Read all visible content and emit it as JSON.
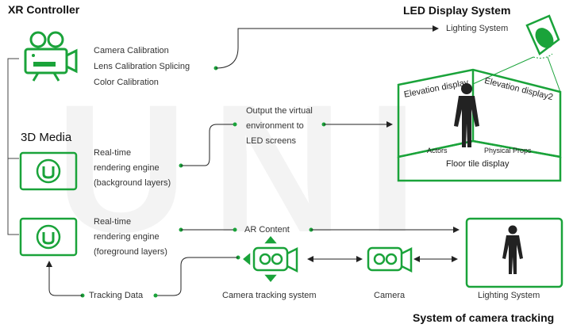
{
  "titles": {
    "xr_controller": "XR Controller",
    "led_display_system": "LED Display  System",
    "media_3d": "3D Media",
    "camera_tracking": "System of camera tracking"
  },
  "xr_steps": [
    "Camera Calibration",
    "Lens Calibration Splicing",
    "Color Calibration"
  ],
  "bg_engine": [
    "Real-time",
    "rendering engine",
    "(background layers)"
  ],
  "fg_engine": [
    "Real-time",
    "rendering engine",
    "(foreground layers)"
  ],
  "output_text": [
    "Output the virtual",
    "environment to",
    "LED screens"
  ],
  "lighting_top": "Lighting System",
  "stage": {
    "elevation_left": "Elevation display",
    "elevation_right": "Elevation display2",
    "actors": "Actors",
    "props": "Physical Props",
    "floor": "Floor tile display"
  },
  "ar_content": "AR Content",
  "tracking_data": "Tracking Data",
  "camera_tracking_system": "Camera tracking system",
  "camera": "Camera",
  "lighting_bottom": "Lighting System",
  "colors": {
    "accent": "#1aa33a",
    "text": "#333333",
    "line": "#444444"
  }
}
